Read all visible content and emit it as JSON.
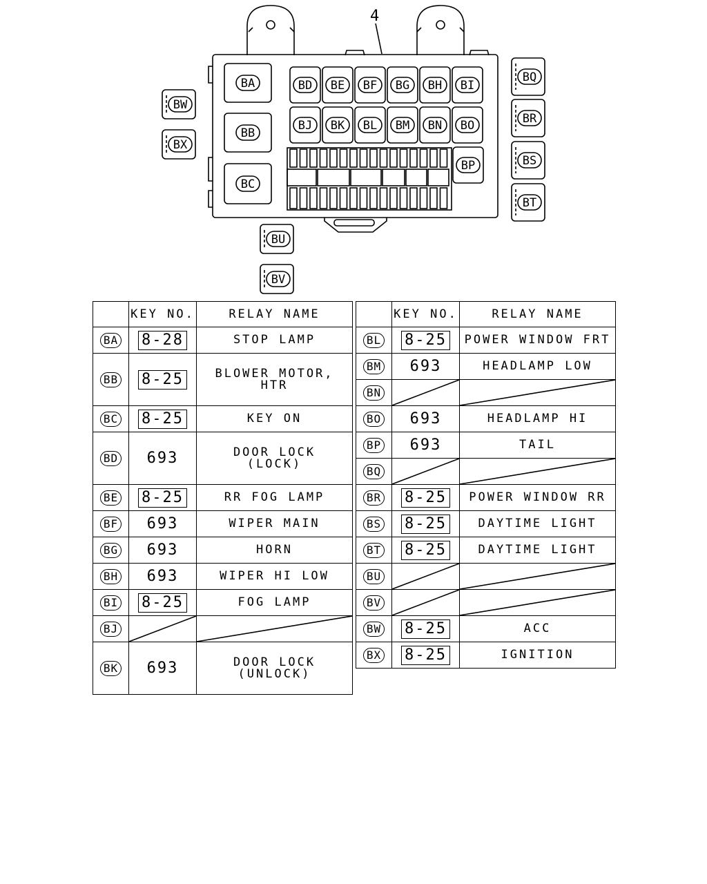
{
  "diagram": {
    "callout_number": "4",
    "box_codes": {
      "ba": "BA",
      "bb": "BB",
      "bc": "BC",
      "bd": "BD",
      "be": "BE",
      "bf": "BF",
      "bg": "BG",
      "bh": "BH",
      "bi": "BI",
      "bj": "BJ",
      "bk": "BK",
      "bl": "BL",
      "bm": "BM",
      "bn": "BN",
      "bo": "BO",
      "bp": "BP",
      "bq": "BQ",
      "br": "BR",
      "bs": "BS",
      "bt": "BT",
      "bu": "BU",
      "bv": "BV",
      "bw": "BW",
      "bx": "BX"
    }
  },
  "headers": {
    "key_no": "KEY NO.",
    "relay_name": "RELAY NAME"
  },
  "left_rows": [
    {
      "code": "BA",
      "key": "8-28",
      "boxed": true,
      "name": "STOP LAMP"
    },
    {
      "code": "BB",
      "key": "8-25",
      "boxed": true,
      "name": "BLOWER MOTOR,\nHTR"
    },
    {
      "code": "BC",
      "key": "8-25",
      "boxed": true,
      "name": "KEY ON"
    },
    {
      "code": "BD",
      "key": "693",
      "boxed": false,
      "name": "DOOR LOCK\n(LOCK)"
    },
    {
      "code": "BE",
      "key": "8-25",
      "boxed": true,
      "name": "RR FOG LAMP"
    },
    {
      "code": "BF",
      "key": "693",
      "boxed": false,
      "name": "WIPER MAIN"
    },
    {
      "code": "BG",
      "key": "693",
      "boxed": false,
      "name": "HORN"
    },
    {
      "code": "BH",
      "key": "693",
      "boxed": false,
      "name": "WIPER HI LOW"
    },
    {
      "code": "BI",
      "key": "8-25",
      "boxed": true,
      "name": "FOG LAMP"
    },
    {
      "code": "BJ",
      "key": "",
      "boxed": false,
      "name": ""
    },
    {
      "code": "BK",
      "key": "693",
      "boxed": false,
      "name": "DOOR LOCK\n(UNLOCK)"
    }
  ],
  "right_rows": [
    {
      "code": "BL",
      "key": "8-25",
      "boxed": true,
      "name": "POWER WINDOW FRT"
    },
    {
      "code": "BM",
      "key": "693",
      "boxed": false,
      "name": "HEADLAMP LOW"
    },
    {
      "code": "BN",
      "key": "",
      "boxed": false,
      "name": ""
    },
    {
      "code": "BO",
      "key": "693",
      "boxed": false,
      "name": "HEADLAMP HI"
    },
    {
      "code": "BP",
      "key": "693",
      "boxed": false,
      "name": "TAIL"
    },
    {
      "code": "BQ",
      "key": "",
      "boxed": false,
      "name": ""
    },
    {
      "code": "BR",
      "key": "8-25",
      "boxed": true,
      "name": "POWER WINDOW RR"
    },
    {
      "code": "BS",
      "key": "8-25",
      "boxed": true,
      "name": "DAYTIME LIGHT"
    },
    {
      "code": "BT",
      "key": "8-25",
      "boxed": true,
      "name": "DAYTIME LIGHT"
    },
    {
      "code": "BU",
      "key": "",
      "boxed": false,
      "name": ""
    },
    {
      "code": "BV",
      "key": "",
      "boxed": false,
      "name": ""
    },
    {
      "code": "BW",
      "key": "8-25",
      "boxed": true,
      "name": "ACC"
    },
    {
      "code": "BX",
      "key": "8-25",
      "boxed": true,
      "name": "IGNITION"
    }
  ]
}
